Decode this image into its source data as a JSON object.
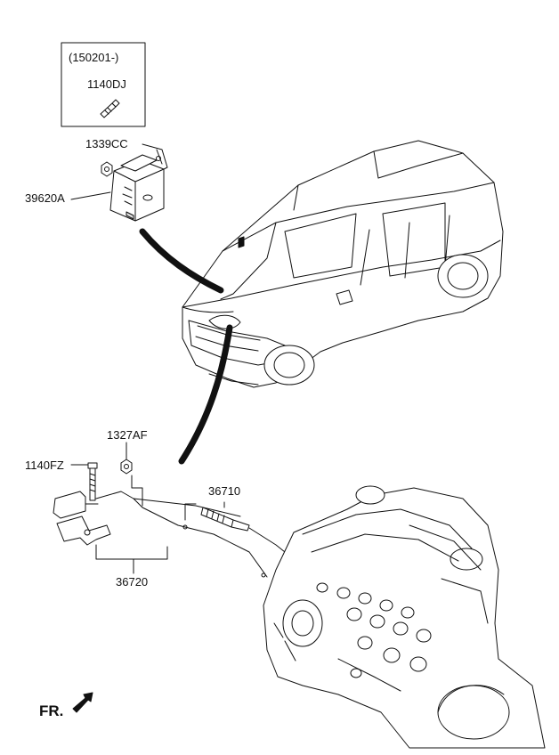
{
  "callout_box": {
    "date_range": "(150201-)",
    "part": "1140DJ"
  },
  "parts": {
    "p1339CC": "1339CC",
    "p39620A": "39620A",
    "p1327AF": "1327AF",
    "p1140FZ": "1140FZ",
    "p36710": "36710",
    "p36720": "36720"
  },
  "direction_marker": {
    "label": "FR."
  },
  "colors": {
    "line": "#111111",
    "fill": "#ffffff",
    "shade": "#dddddd"
  },
  "icons": [
    "bolt-icon",
    "nut-icon",
    "module-icon",
    "vehicle-icon",
    "sensor-icon",
    "bracket-icon",
    "engine-icon",
    "front-arrow-icon"
  ]
}
